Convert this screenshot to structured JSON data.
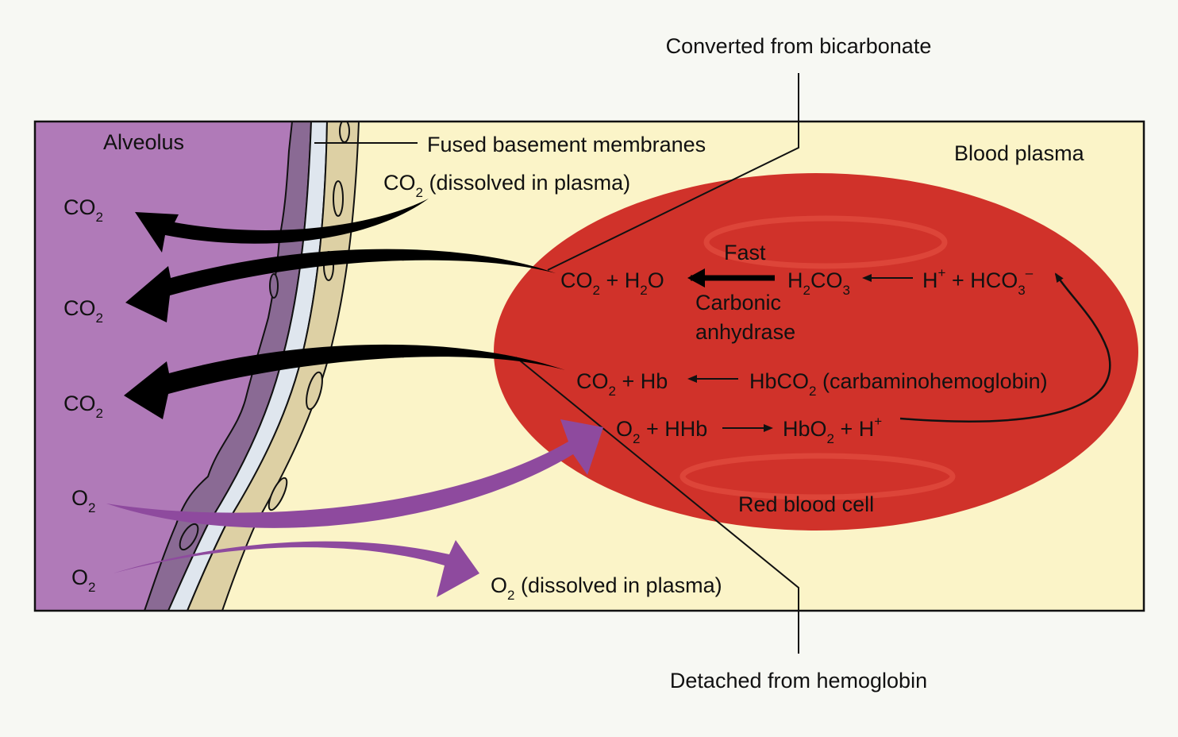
{
  "labels": {
    "converted": "Converted from bicarbonate",
    "detached": "Detached from hemoglobin",
    "alveolus": "Alveolus",
    "fused": "Fused basement membranes",
    "plasma": "Blood plasma",
    "rbc": "Red blood cell",
    "fast": "Fast",
    "carbonic": "Carbonic",
    "anhydrase": "anhydrase"
  },
  "alveolus_gases": {
    "co2_1": {
      "main": "CO",
      "sub": "2"
    },
    "co2_2": {
      "main": "CO",
      "sub": "2"
    },
    "co2_3": {
      "main": "CO",
      "sub": "2"
    },
    "o2_1": {
      "main": "O",
      "sub": "2"
    },
    "o2_2": {
      "main": "O",
      "sub": "2"
    }
  },
  "plasma_gases": {
    "co2_dissolved": {
      "main": "CO",
      "sub": "2",
      "rest": " (dissolved in plasma)"
    },
    "o2_dissolved": {
      "main": "O",
      "sub": "2",
      "rest": " (dissolved in plasma)"
    }
  },
  "reactions": {
    "r1_product": {
      "a": "CO",
      "a_sub": "2",
      "b": " + H",
      "b_sub": "2",
      "c": "O"
    },
    "r1_middle": {
      "a": "H",
      "a_sub": "2",
      "b": "CO",
      "b_sub": "3"
    },
    "r1_reactant": {
      "a": "H",
      "a_sup": "+",
      "b": " + HCO",
      "b_sub": "3",
      "b_sup": "–"
    },
    "r2_product": {
      "a": "CO",
      "a_sub": "2",
      "b": " + Hb"
    },
    "r2_reactant": {
      "a": "HbCO",
      "a_sub": "2",
      "b": " (carbaminohemoglobin)"
    },
    "r3_reactant": {
      "a": "O",
      "a_sub": "2",
      "b": " + HHb"
    },
    "r3_product": {
      "a": "HbO",
      "a_sub": "2",
      "b": " + H",
      "b_sup": "+"
    }
  },
  "colors": {
    "alveolus": "#b07ab8",
    "epithelium": "#8a6a94",
    "membrane": "#dfe6ee",
    "endothelium": "#ddd0a4",
    "plasma": "#fbf4c8",
    "rbc": "#d0322a",
    "rbc_highlight": "#e04a3d",
    "o2_arrow": "#8e4a9e",
    "co2_arrow": "#000000"
  }
}
